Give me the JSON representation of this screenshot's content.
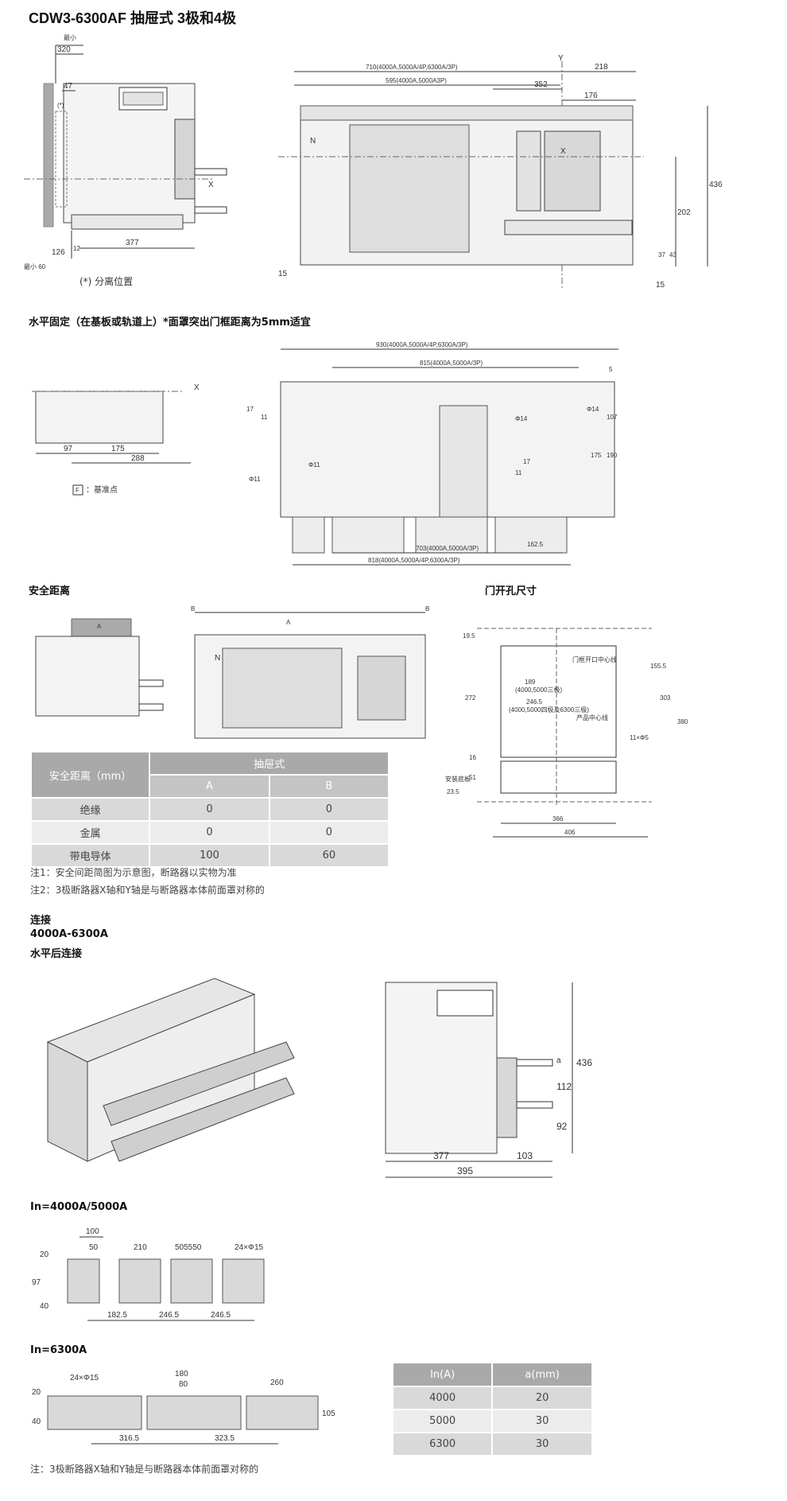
{
  "title": "CDW3-6300AF 抽屉式 3极和4极",
  "section_fixed": "水平固定（在基板或轨道上）*面罩突出门框距离为5mm适宜",
  "section_safety": "安全距离",
  "section_door": "门开孔尺寸",
  "section_connect": "连接",
  "section_range": "4000A-6300A",
  "section_rear": "水平后连接",
  "section_in4000": "In=4000A/5000A",
  "section_in6300": "In=6300A",
  "note1": "注1：安全间距简图为示意图，断路器以实物为准",
  "note2": "注2：3极断路器X轴和Y轴是与断路器本体前面罩对称的",
  "note_bottom": "注：3极断路器X轴和Y轴是与断路器本体前面罩对称的",
  "fig1": {
    "min_label": "最小",
    "d320": "320",
    "d47": "47",
    "star": "(*)",
    "x": "X",
    "d126": "126",
    "d12": "12",
    "d377": "377",
    "min60": "最小 60",
    "caption": "(*) 分离位置"
  },
  "fig2": {
    "y": "Y",
    "x": "X",
    "d710": "710(4000A,5000A/4P,6300A/3P)",
    "d595": "595(4000A,5000A3P)",
    "d218": "218",
    "d352": "352",
    "d176": "176",
    "d436": "436",
    "d202": "202",
    "d37": "37",
    "d43": "43",
    "d15a": "15",
    "d15b": "15",
    "n": "N"
  },
  "fig3": {
    "x": "X",
    "d97": "97",
    "d175": "175",
    "d288": "288",
    "f": "F",
    "base": "：基准点"
  },
  "fig4": {
    "d930": "930(4000A,5000A/4P,6300A/3P)",
    "d815": "815(4000A,5000A/3P)",
    "d5": "5",
    "d17a": "17",
    "d11a": "11",
    "phi14a": "Φ14",
    "phi14b": "Φ14",
    "d107": "107",
    "d175": "175",
    "d190": "190",
    "phi11a": "Φ11",
    "phi11b": "Φ11",
    "d17b": "17",
    "d11b": "11",
    "d703": "703(4000A,5000A/3P)",
    "d818": "818(4000A,5000A/4P,6300A/3P)",
    "d1625": "162.5"
  },
  "fig5": {
    "a": "A",
    "b": "B",
    "n": "N"
  },
  "fig6": {
    "d195": "19.5",
    "d272": "272",
    "d16": "16",
    "d51": "51",
    "d235": "23.5",
    "d1555": "155.5",
    "d303": "303",
    "d380": "380",
    "phi5": "11×Φ5",
    "d189": "189",
    "sub1": "(4000,5000三极)",
    "d2465": "246.5",
    "sub2": "(4000,5000四极及6300三极)",
    "lbl1": "门框开口中心线",
    "lbl2": "产品中心线",
    "base": "安装底板",
    "d366": "366",
    "d406": "406"
  },
  "safety_table": {
    "h_col": "安全距离（mm）",
    "h_group": "抽屉式",
    "h_a": "A",
    "h_b": "B",
    "rows": [
      {
        "name": "绝缘",
        "a": "0",
        "b": "0"
      },
      {
        "name": "金属",
        "a": "0",
        "b": "0"
      },
      {
        "name": "带电导体",
        "a": "100",
        "b": "60"
      }
    ]
  },
  "fig7": {
    "d436": "436",
    "a": "a",
    "d112": "112",
    "d92": "92",
    "d377": "377",
    "d103": "103",
    "d395": "395"
  },
  "fig8": {
    "d100": "100",
    "d50": "50",
    "d210": "210",
    "d505550": "505550",
    "holes": "24×Φ15",
    "d20": "20",
    "d97": "97",
    "d40": "40",
    "d1825": "182.5",
    "d2465a": "246.5",
    "d2465b": "246.5"
  },
  "fig9": {
    "holes": "24×Φ15",
    "d180": "180",
    "d80": "80",
    "d260": "260",
    "d20": "20",
    "d40": "40",
    "d105": "105",
    "d3165": "316.5",
    "d3235": "323.5"
  },
  "a_table": {
    "h_in": "In(A)",
    "h_a": "a(mm)",
    "rows": [
      {
        "in": "4000",
        "a": "20"
      },
      {
        "in": "5000",
        "a": "30"
      },
      {
        "in": "6300",
        "a": "30"
      }
    ]
  }
}
